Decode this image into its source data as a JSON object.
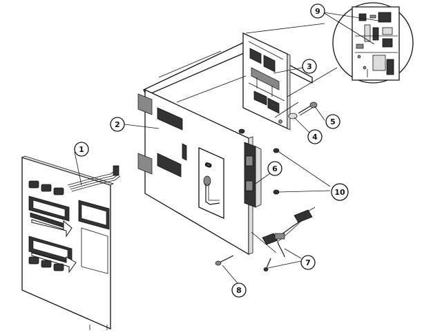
{
  "callouts": [
    {
      "id": "1",
      "label": "1"
    },
    {
      "id": "2",
      "label": "2"
    },
    {
      "id": "3",
      "label": "3"
    },
    {
      "id": "4",
      "label": "4"
    },
    {
      "id": "5",
      "label": "5"
    },
    {
      "id": "6",
      "label": "6"
    },
    {
      "id": "7",
      "label": "7"
    },
    {
      "id": "8",
      "label": "8"
    },
    {
      "id": "9",
      "label": "9"
    },
    {
      "id": "10",
      "label": "10"
    }
  ],
  "colors": {
    "line": "#111111",
    "background": "#ffffff",
    "fill_dark": "#333333",
    "fill_mid": "#888888",
    "fill_light": "#dddddd"
  }
}
